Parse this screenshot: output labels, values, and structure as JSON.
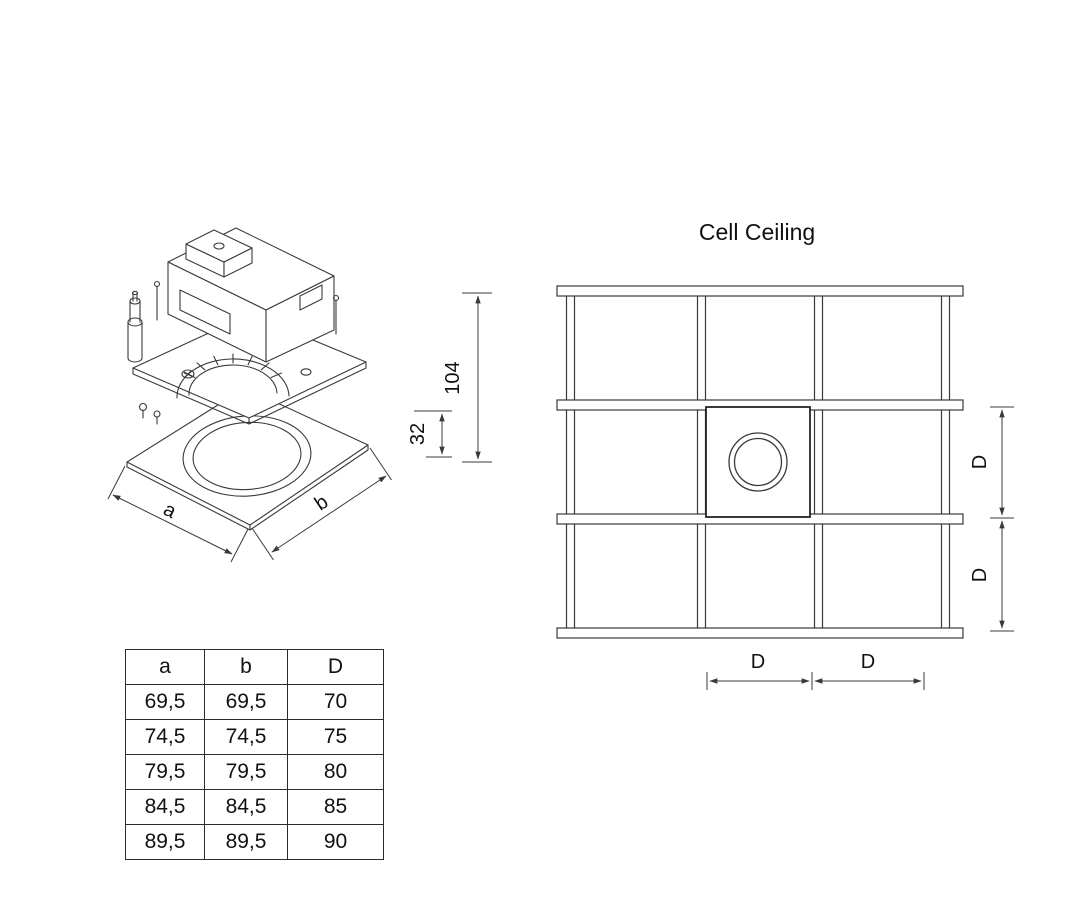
{
  "page": {
    "background": "#ffffff",
    "line_color": "#3a3a3a",
    "text_color": "#111111"
  },
  "iso_view": {
    "dim_height_total": "104",
    "dim_recess": "32",
    "dim_a": "a",
    "dim_b": "b"
  },
  "cell_ceiling": {
    "title": "Cell Ceiling",
    "dim_d": "D"
  },
  "table": {
    "headers": [
      "a",
      "b",
      "D"
    ],
    "rows": [
      [
        "69,5",
        "69,5",
        "70"
      ],
      [
        "74,5",
        "74,5",
        "75"
      ],
      [
        "79,5",
        "79,5",
        "80"
      ],
      [
        "84,5",
        "84,5",
        "85"
      ],
      [
        "89,5",
        "89,5",
        "90"
      ]
    ]
  }
}
